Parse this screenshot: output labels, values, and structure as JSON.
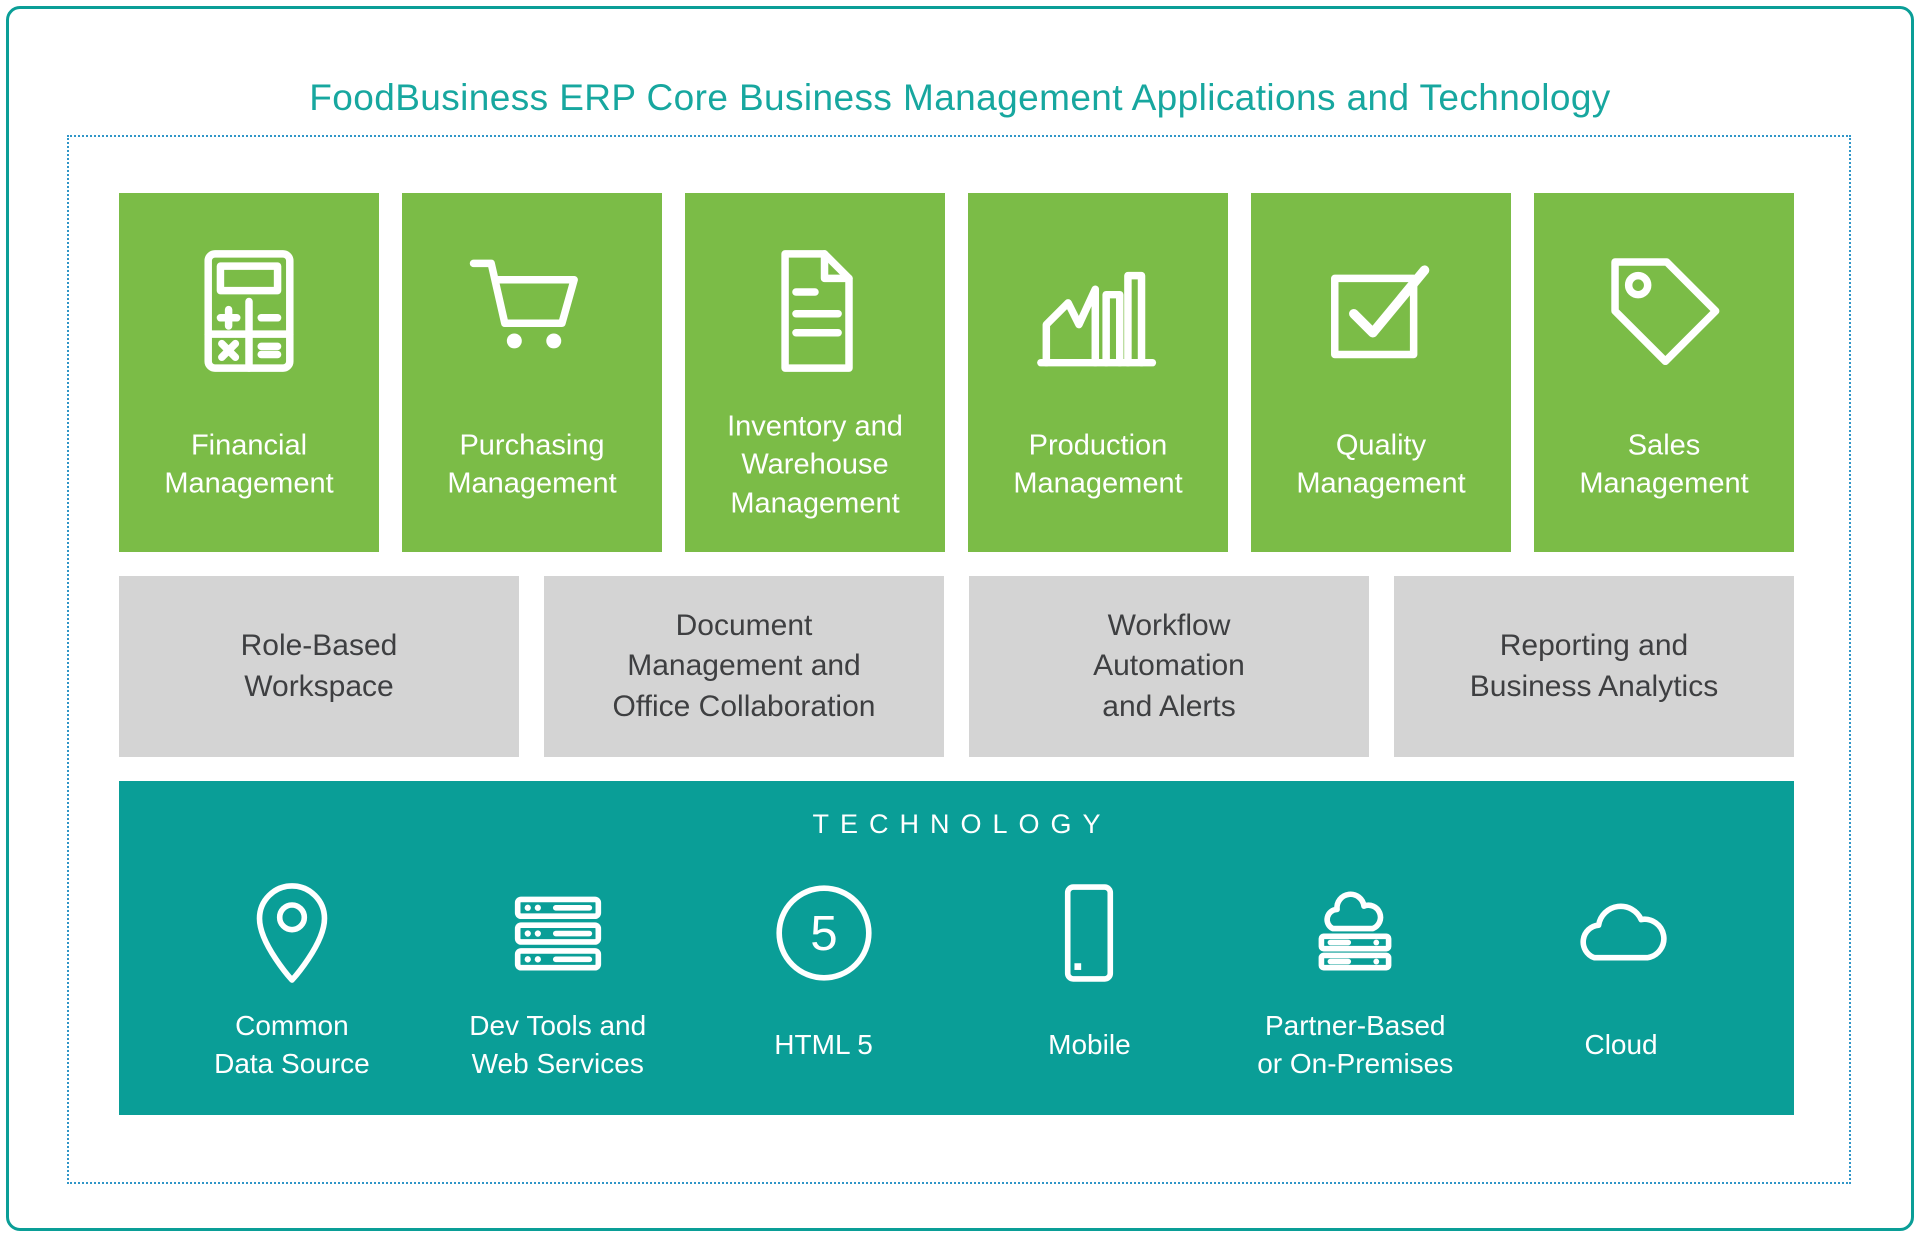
{
  "title": "FoodBusiness ERP Core Business Management Applications and Technology",
  "colors": {
    "green": "#7bbc47",
    "gray": "#d4d4d4",
    "teal": "#0a9e97",
    "title": "#17a79f",
    "dash": "#3096c8",
    "text": "#3e3f41"
  },
  "applications": [
    {
      "label": "Financial\nManagement",
      "icon": "calculator-icon"
    },
    {
      "label": "Purchasing\nManagement",
      "icon": "shopping-cart-icon"
    },
    {
      "label": "Inventory and\nWarehouse\nManagement",
      "icon": "document-icon"
    },
    {
      "label": "Production\nManagement",
      "icon": "factory-icon"
    },
    {
      "label": "Quality\nManagement",
      "icon": "checkbox-check-icon"
    },
    {
      "label": "Sales\nManagement",
      "icon": "price-tag-icon"
    }
  ],
  "capabilities": [
    {
      "label": "Role-Based\nWorkspace"
    },
    {
      "label": "Document\nManagement and\nOffice Collaboration"
    },
    {
      "label": "Workflow\nAutomation\nand Alerts"
    },
    {
      "label": "Reporting and\nBusiness Analytics"
    }
  ],
  "technology": {
    "heading": "TECHNOLOGY",
    "items": [
      {
        "label": "Common\nData Source",
        "icon": "map-pin-icon"
      },
      {
        "label": "Dev Tools and\nWeb Services",
        "icon": "server-stack-icon"
      },
      {
        "label": "HTML 5",
        "icon": "html5-circle-icon",
        "badge": "5"
      },
      {
        "label": "Mobile",
        "icon": "smartphone-icon"
      },
      {
        "label": "Partner-Based\nor On-Premises",
        "icon": "cloud-server-icon"
      },
      {
        "label": "Cloud",
        "icon": "cloud-icon"
      }
    ]
  }
}
